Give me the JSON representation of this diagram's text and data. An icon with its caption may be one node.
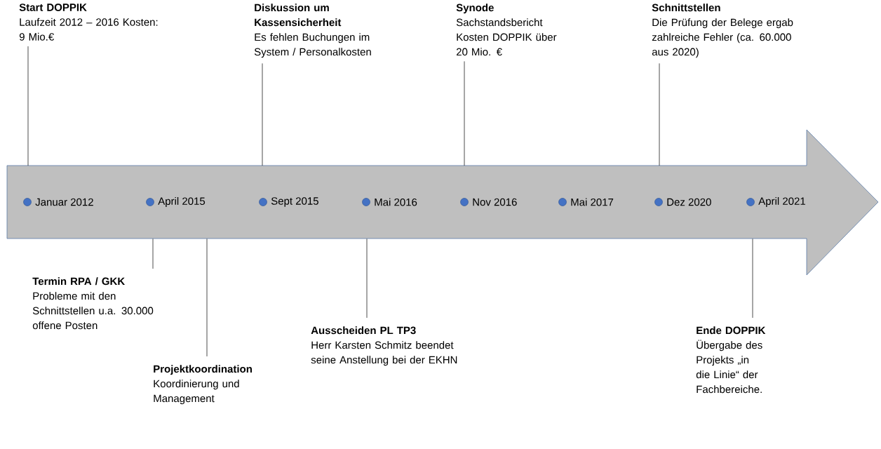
{
  "diagram": {
    "nodes": [
      {
        "text": [
          "Januar 2012",
          "April 2015",
          "Sept 2015",
          "Mai 2016",
          "Nov 2016",
          "Mai 2017",
          "Dez 2020",
          "April 2021"
        ]
      },
      {
        "text": [
          "Start DOPPIK",
          "Laufzeit 2012 – 2016 Kosten: 9 Mio.€"
        ]
      },
      {
        "text": [
          "Diskussion um Kassensicherheit",
          "Es fehlen Buchungen im System / Personalkosten"
        ]
      },
      {
        "text": [
          "Synode",
          "Sachstandsbericht Kosten DOPPIK über 20 Mio. €"
        ]
      },
      {
        "text": [
          "Schnittstellen",
          "Die Prüfung der Belege ergab zahlreiche Fehler (ca. 60.000 aus 2020)"
        ]
      },
      {
        "text": [
          "Termin RPA / GKK",
          "Probleme mit den Schnittstellen u.a. 30.000 offene Posten"
        ]
      },
      {
        "text": [
          "Projektkoordination",
          "Koordinierung und Management"
        ]
      },
      {
        "text": [
          "Ausscheiden PL TP3",
          "Herr Karsten Schmitz beendet seine Anstellung bei der EKHN"
        ]
      },
      {
        "text": [
          "Ende DOPPIK",
          "Übergabe des Projekts „in die Linie“ der Fachbereiche."
        ]
      }
    ],
    "edges": [
      {
        "from": 1,
        "to": 0,
        "arrow": "none"
      },
      {
        "from": 2,
        "to": 0,
        "arrow": "none"
      },
      {
        "from": 3,
        "to": 0,
        "arrow": "none"
      },
      {
        "from": 4,
        "to": 0,
        "arrow": "none"
      },
      {
        "from": 5,
        "to": 0,
        "arrow": "none"
      },
      {
        "from": 6,
        "to": 0,
        "arrow": "none"
      },
      {
        "from": 7,
        "to": 0,
        "arrow": "none"
      },
      {
        "from": 8,
        "to": 0,
        "arrow": "none"
      }
    ]
  }
}
